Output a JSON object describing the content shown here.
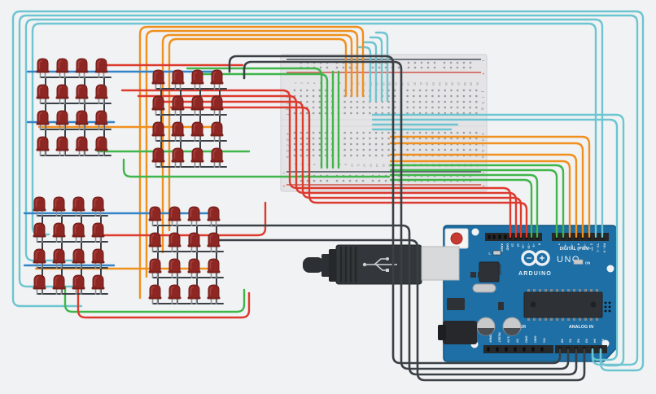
{
  "app": {
    "background": "#f1f2f4",
    "description": "Tinkercad-style circuit: four 4x4 red LED matrices wired through a breadboard to an Arduino UNO (4x4x4 LED cube layout)"
  },
  "colors": {
    "red": "#dd3a2e",
    "green": "#3fb54a",
    "orange": "#f0901e",
    "cyan": "#6cc5d0",
    "blue": "#3384c7",
    "black": "#3a4045",
    "led_body": "#8e2723",
    "led_dark": "#701d18",
    "leg_gray": "#8a8f94",
    "board_blue": "#1d6fa5",
    "board_edge": "#14557f",
    "breadboard_body": "#e4e4e6",
    "breadboard_hole": "#9c9ca1",
    "rail_negative": "#47505a",
    "rail_positive": "#cf5349",
    "header_black": "#26282a",
    "silver": "#c9cacc"
  },
  "led_matrices": {
    "count": 4,
    "rows_per_matrix": 4,
    "cols_per_matrix": 4,
    "total_leds": 64,
    "led_type": "red LED"
  },
  "breadboard": {
    "row_letters_top": [
      "j",
      "i",
      "h",
      "g",
      "f"
    ],
    "row_letters_bottom": [
      "e",
      "d",
      "c",
      "b",
      "a"
    ],
    "column_numbers": [
      "1",
      "2",
      "3",
      "4",
      "5",
      "6",
      "7",
      "8",
      "9",
      "10",
      "11",
      "12",
      "13",
      "14",
      "15",
      "16",
      "17",
      "18",
      "19",
      "20",
      "21",
      "22",
      "23",
      "24",
      "25",
      "26",
      "27",
      "28",
      "29",
      "30"
    ],
    "rail_negative_label": "−",
    "rail_positive_label": "+"
  },
  "arduino": {
    "logo_text": "UNO",
    "brand": "ARDUINO",
    "digital_label": "DIGITAL (PWM~)",
    "power_label": "POWER",
    "analog_label": "ANALOG IN",
    "on_label": "ON",
    "led_labels": [
      "L",
      "TX",
      "RX"
    ],
    "digital_pins": [
      "AREF",
      "GND",
      "13",
      "12",
      "~11",
      "~10",
      "~9",
      "8",
      "7",
      "~6",
      "~5",
      "4",
      "~3",
      "2",
      "TX→1",
      "RX←0"
    ],
    "power_pins": [
      "IOREF",
      "RESET",
      "3.3V",
      "5V",
      "GND",
      "GND",
      "Vin"
    ],
    "analog_pins": [
      "A0",
      "A1",
      "A2",
      "A3",
      "A4",
      "A5"
    ]
  },
  "connections": {
    "digital": [
      {
        "pin": "13",
        "color": "red"
      },
      {
        "pin": "12",
        "color": "red"
      },
      {
        "pin": "11",
        "color": "red"
      },
      {
        "pin": "10",
        "color": "red"
      },
      {
        "pin": "9",
        "color": "green"
      },
      {
        "pin": "8",
        "color": "green"
      },
      {
        "pin": "7",
        "color": "green"
      },
      {
        "pin": "6",
        "color": "green"
      },
      {
        "pin": "5",
        "color": "orange"
      },
      {
        "pin": "4",
        "color": "orange"
      },
      {
        "pin": "3",
        "color": "orange"
      },
      {
        "pin": "2",
        "color": "orange"
      },
      {
        "pin": "1",
        "color": "cyan"
      },
      {
        "pin": "0",
        "color": "cyan"
      }
    ],
    "analog": [
      {
        "pin": "A0",
        "color": "black"
      },
      {
        "pin": "A1",
        "color": "black"
      },
      {
        "pin": "A2",
        "color": "black"
      },
      {
        "pin": "A3",
        "color": "black"
      },
      {
        "pin": "A4",
        "color": "cyan"
      },
      {
        "pin": "A5",
        "color": "cyan"
      }
    ]
  }
}
